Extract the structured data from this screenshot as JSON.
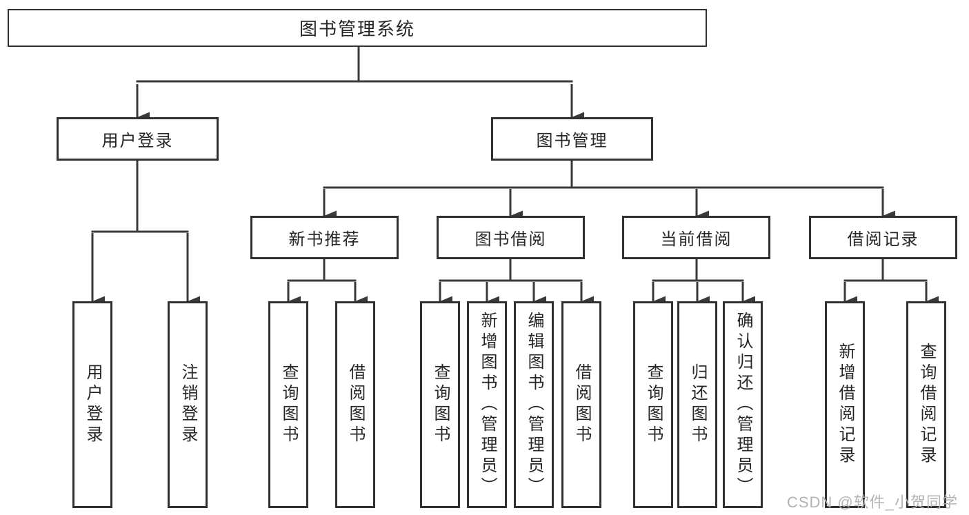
{
  "diagram": {
    "type": "hierarchy-tree",
    "root": {
      "label": "图书管理系统",
      "children": [
        {
          "label": "用户登录",
          "children": [
            {
              "label": "用户登录"
            },
            {
              "label": "注销登录"
            }
          ]
        },
        {
          "label": "图书管理",
          "children": [
            {
              "label": "新书推荐",
              "children": [
                {
                  "label": "查询图书"
                },
                {
                  "label": "借阅图书"
                }
              ]
            },
            {
              "label": "图书借阅",
              "children": [
                {
                  "label": "查询图书"
                },
                {
                  "label": "新增图书（管理员）"
                },
                {
                  "label": "编辑图书（管理员）"
                },
                {
                  "label": "借阅图书"
                }
              ]
            },
            {
              "label": "当前借阅",
              "children": [
                {
                  "label": "查询图书"
                },
                {
                  "label": "归还图书"
                },
                {
                  "label": "确认归还（管理员）"
                }
              ]
            },
            {
              "label": "借阅记录",
              "children": [
                {
                  "label": "新增借阅记录"
                },
                {
                  "label": "查询借阅记录"
                }
              ]
            }
          ]
        }
      ]
    }
  },
  "watermark": {
    "text": "CSDN @软件_小贺同学"
  },
  "colors": {
    "line_color": "#3a3a3a",
    "border_color": "#303030",
    "text_color": "#262626",
    "watermark_color": "#b3b3b3",
    "background_color": "#ffffff"
  }
}
